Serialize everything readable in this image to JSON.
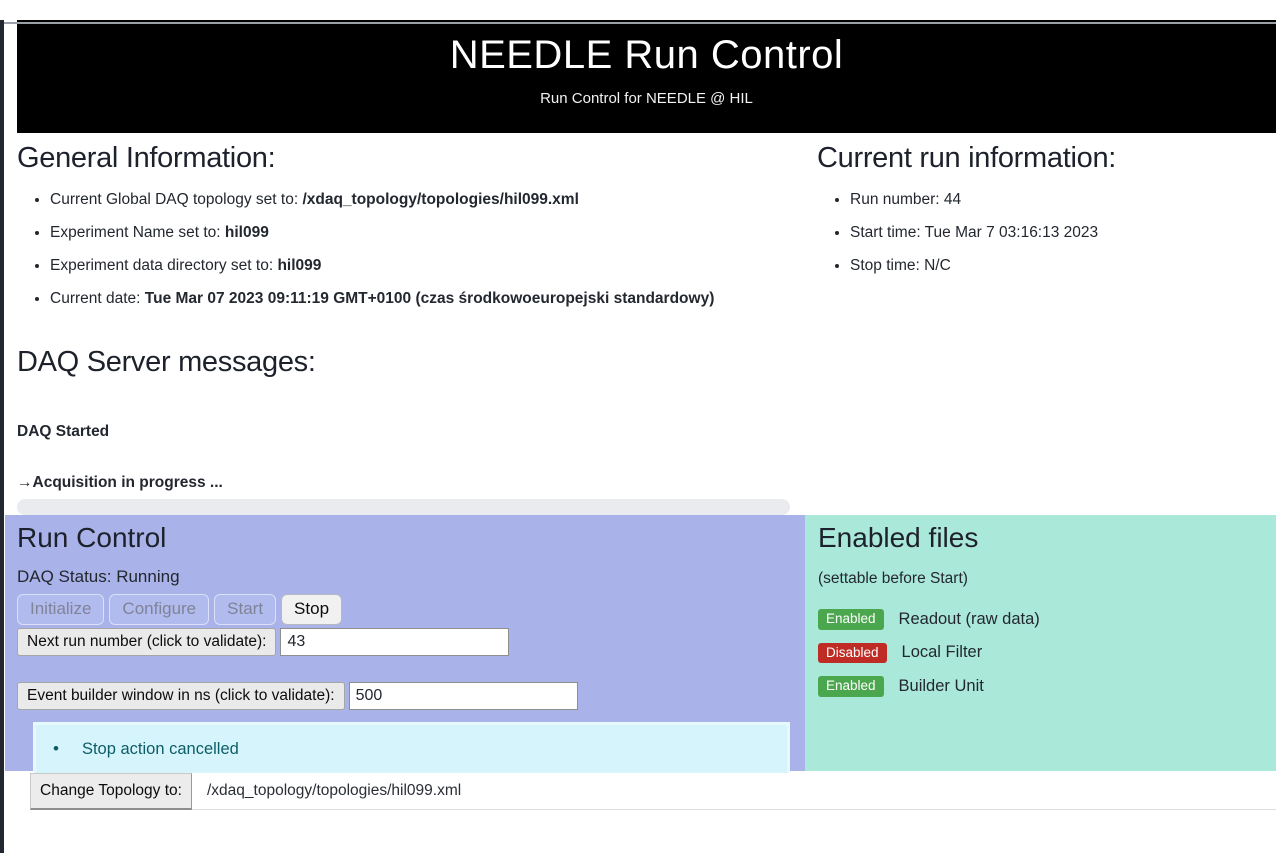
{
  "header": {
    "title": "NEEDLE Run Control",
    "subtitle": "Run Control for NEEDLE @ HIL"
  },
  "general_info": {
    "heading": "General Information:",
    "items": [
      {
        "label": "Current Global DAQ topology set to: ",
        "value": "/xdaq_topology/topologies/hil099.xml"
      },
      {
        "label": "Experiment Name set to: ",
        "value": "hil099"
      },
      {
        "label": "Experiment data directory set to: ",
        "value": "hil099"
      },
      {
        "label": "Current date: ",
        "value": "Tue Mar 07 2023 09:11:19 GMT+0100 (czas środkowoeuropejski standardowy)"
      }
    ]
  },
  "current_run": {
    "heading": "Current run information:",
    "items": [
      "Run number: 44",
      "Start time: Tue Mar 7 03:16:13 2023",
      "Stop time: N/C"
    ]
  },
  "daq_messages": {
    "heading": "DAQ Server messages:",
    "messages": [
      "DAQ Started",
      "→Acquisition in progress ..."
    ]
  },
  "run_control": {
    "heading": "Run Control",
    "status_line": "DAQ Status: Running",
    "buttons": [
      {
        "label": "Initialize",
        "enabled": false
      },
      {
        "label": "Configure",
        "enabled": false
      },
      {
        "label": "Start",
        "enabled": false
      },
      {
        "label": "Stop",
        "enabled": true
      }
    ],
    "next_run": {
      "button_label": "Next run number (click to validate):",
      "value": "43"
    },
    "event_builder": {
      "button_label": "Event builder window in ns (click to validate):",
      "value": "500"
    },
    "notice": {
      "bullet": "•",
      "text": "Stop action cancelled"
    }
  },
  "enabled_files": {
    "heading": "Enabled files",
    "subheading": "(settable before Start)",
    "items": [
      {
        "badge": "Enabled",
        "state": "enabled",
        "label": "Readout (raw data)"
      },
      {
        "badge": "Disabled",
        "state": "disabled",
        "label": "Local Filter"
      },
      {
        "badge": "Enabled",
        "state": "enabled",
        "label": "Builder Unit"
      }
    ]
  },
  "topology": {
    "button_label": "Change Topology to:",
    "value": "/xdaq_topology/topologies/hil099.xml"
  },
  "colors": {
    "run_control_bg": "#a9b3e9",
    "enabled_files_bg": "#aae8da",
    "notice_bg": "#d6f4fc",
    "notice_text": "#0d5d66",
    "enabled_badge": "#4aa74e",
    "disabled_badge": "#bf2c25",
    "banner_bg": "#000000"
  }
}
